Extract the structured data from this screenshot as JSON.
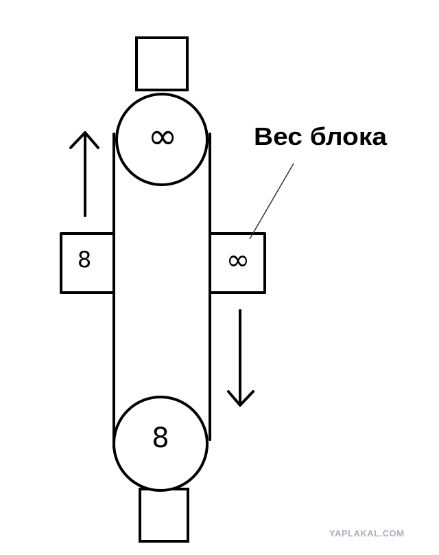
{
  "pulleys": {
    "top": {
      "label": "∞"
    },
    "bottom": {
      "label": "8"
    }
  },
  "weights": {
    "left": {
      "label": "8"
    },
    "right": {
      "label": "∞"
    }
  },
  "arrows": {
    "left": {
      "direction": "up"
    },
    "right": {
      "direction": "down"
    }
  },
  "callout": {
    "text": "Вес блока"
  },
  "watermark": {
    "text": "YAPLAKAL.COM"
  },
  "colors": {
    "stroke": "#000000",
    "background": "#ffffff",
    "watermark": "#a8b0c0"
  }
}
